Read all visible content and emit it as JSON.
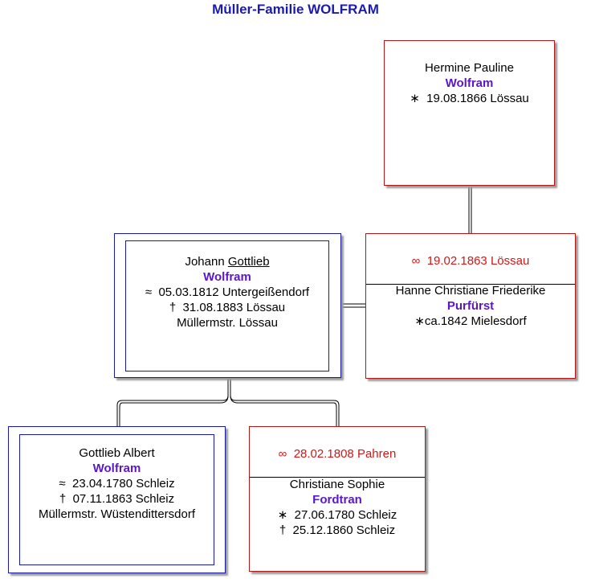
{
  "title": "Müller-Familie WOLFRAM",
  "hermine": {
    "given": "Hermine Pauline",
    "surname": "Wolfram",
    "birth": "19.08.1866 Lössau"
  },
  "johann": {
    "given_first": "Johann",
    "given_call": "Gottlieb",
    "surname": "Wolfram",
    "baptism": "05.03.1812 Untergeißendorf",
    "death": "31.08.1883 Lössau",
    "occupation": "Müllermstr. Lössau"
  },
  "marriage_1863": {
    "date_place": "19.02.1863 Lössau",
    "spouse_given": "Hanne Christiane Friederike",
    "spouse_surname": "Purfürst",
    "spouse_birth": "ca.1842 Mielesdorf"
  },
  "gottlieb_albert": {
    "given": "Gottlieb Albert",
    "surname": "Wolfram",
    "baptism": "23.04.1780 Schleiz",
    "death": "07.11.1863 Schleiz",
    "occupation": "Müllermstr. Wüstendittersdorf"
  },
  "marriage_1808": {
    "date_place": "28.02.1808 Pahren",
    "spouse_given": "Christiane Sophie",
    "spouse_surname": "Fordtran",
    "spouse_birth": "27.06.1780 Schleiz",
    "spouse_death": "25.12.1860 Schleiz"
  },
  "symbols": {
    "birth": "∗",
    "baptism": "≈",
    "death": "†",
    "marriage": "∞"
  }
}
